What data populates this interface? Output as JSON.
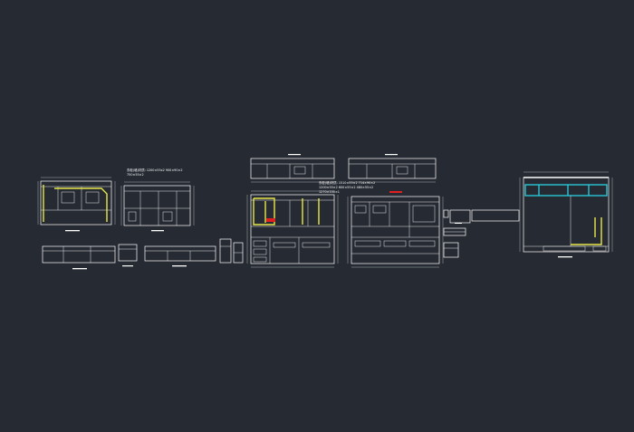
{
  "viewport": {
    "background": "#252a33"
  },
  "colors": {
    "line": "#ffffff",
    "highlight_yellow": "#e8e64a",
    "highlight_cyan": "#29c6d6",
    "highlight_red": "#e02020"
  },
  "notes": {
    "left_line1": "衣柜(墙)材质: 1200×55x2 900×90×2",
    "left_line2": "750×55×2",
    "center_line1": "衣柜(墙)材质: 1510×55×2  714×90×2",
    "center_line2": "1200×55×2  600×55×2  480×55×2",
    "center_line3": "1270×100×1"
  }
}
